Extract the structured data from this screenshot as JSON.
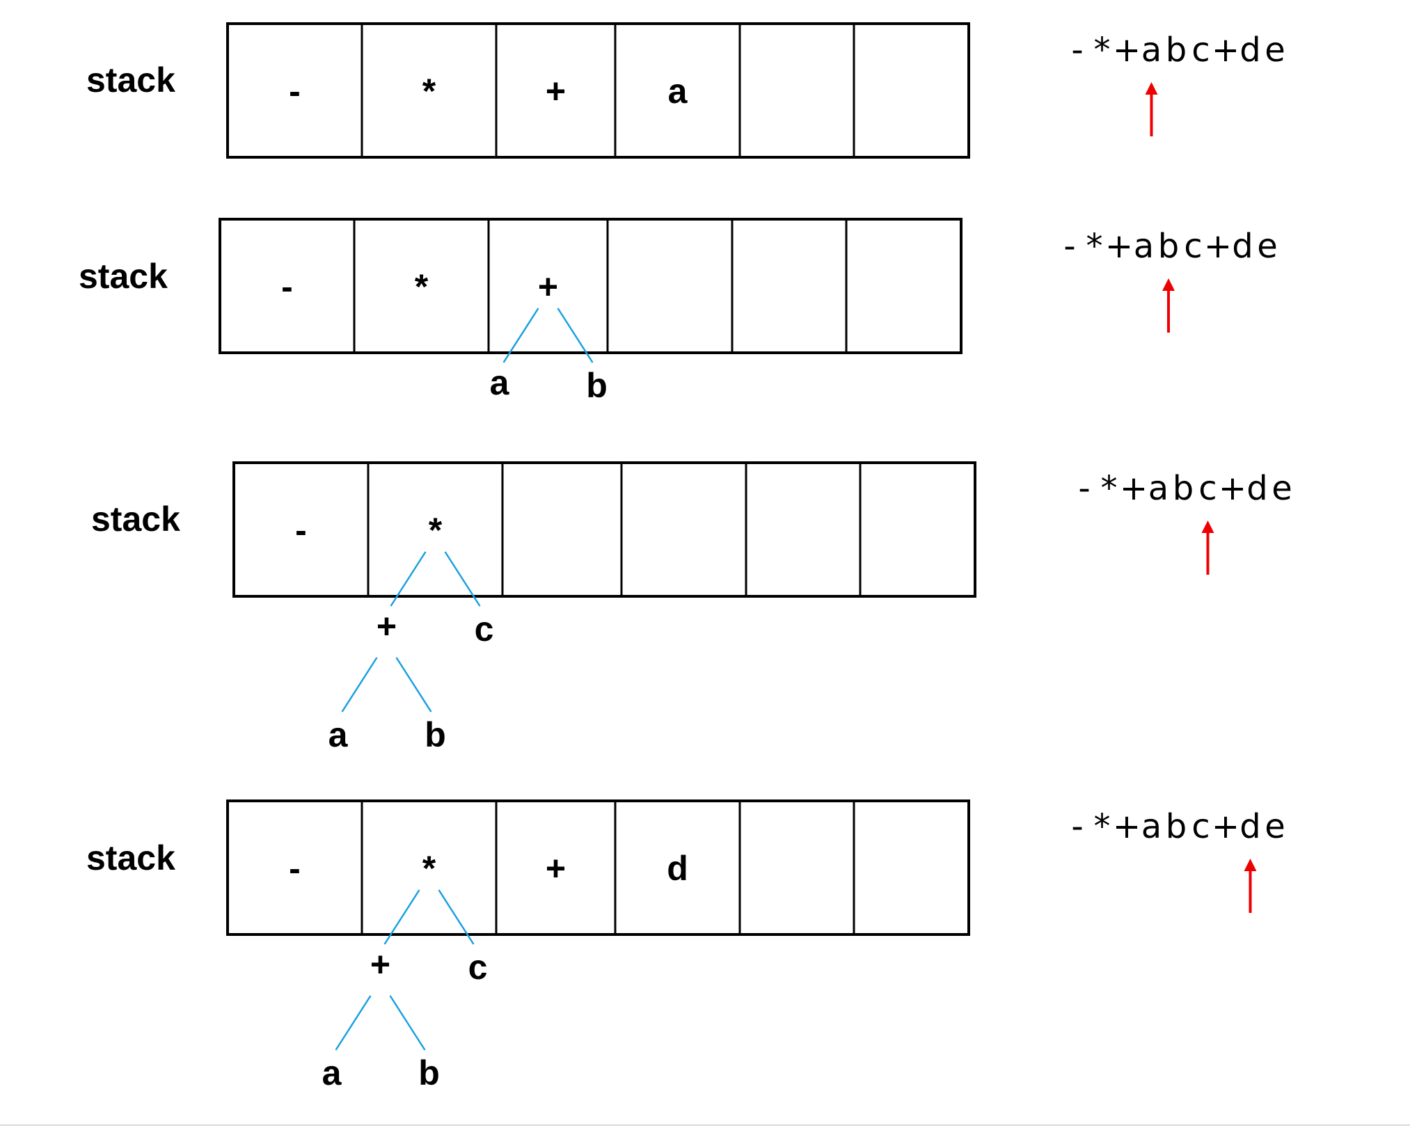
{
  "rows": [
    {
      "stack_label": "stack",
      "cells": [
        "-",
        "*",
        "+",
        "a",
        "",
        ""
      ],
      "expression": [
        "-",
        "*",
        "+",
        "a",
        "b",
        "c",
        "+",
        "d",
        "e"
      ],
      "pointer_index": 3,
      "tree": []
    },
    {
      "stack_label": "stack",
      "cells": [
        "-",
        "*",
        "+",
        "",
        "",
        ""
      ],
      "expression": [
        "-",
        "*",
        "+",
        "a",
        "b",
        "c",
        "+",
        "d",
        "e"
      ],
      "pointer_index": 4,
      "tree": [
        {
          "parent_cell": 2,
          "children": [
            "a",
            "b"
          ]
        }
      ]
    },
    {
      "stack_label": "stack",
      "cells": [
        "-",
        "*",
        "",
        "",
        "",
        ""
      ],
      "expression": [
        "-",
        "*",
        "+",
        "a",
        "b",
        "c",
        "+",
        "d",
        "e"
      ],
      "pointer_index": 5,
      "tree": [
        {
          "parent_cell": 1,
          "children": [
            "+",
            "c"
          ],
          "sub": {
            "children": [
              "a",
              "b"
            ]
          }
        }
      ]
    },
    {
      "stack_label": "stack",
      "cells": [
        "-",
        "*",
        "+",
        "d",
        "",
        ""
      ],
      "expression": [
        "-",
        "*",
        "+",
        "a",
        "b",
        "c",
        "+",
        "d",
        "e"
      ],
      "pointer_index": 7,
      "tree": [
        {
          "parent_cell": 1,
          "children": [
            "+",
            "c"
          ],
          "sub": {
            "children": [
              "a",
              "b"
            ]
          }
        }
      ]
    }
  ],
  "colors": {
    "tree_edge": "#1aa0e0",
    "pointer": "#ee0000",
    "border": "#000000"
  },
  "icons": {
    "pointer": "red-up-arrow-icon"
  }
}
